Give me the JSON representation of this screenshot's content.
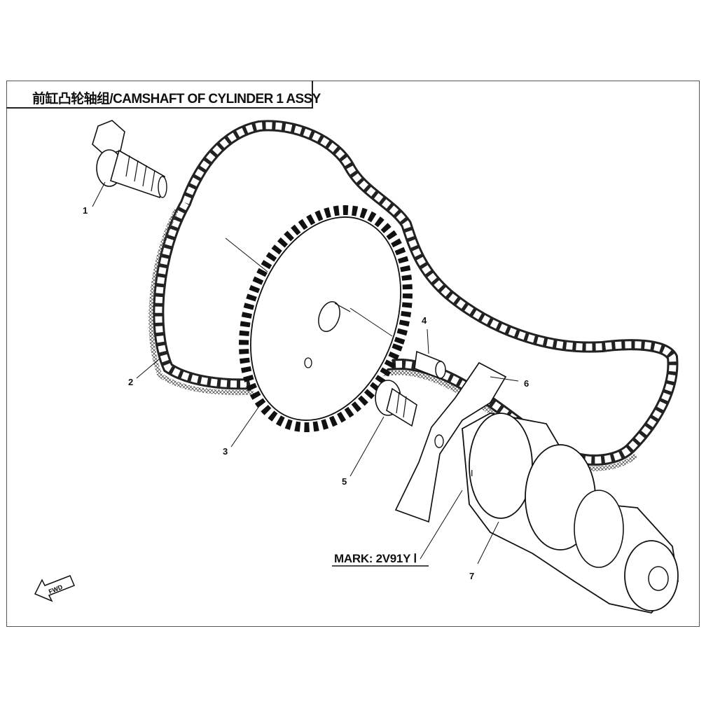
{
  "title": "前缸凸轮轴组/CAMSHAFT OF CYLINDER 1 ASSY",
  "callouts": {
    "c1": "1",
    "c2": "2",
    "c3": "3",
    "c4": "4",
    "c5": "5",
    "c6": "6",
    "c7": "7"
  },
  "mark": "MARK: 2V91Y Ⅰ",
  "cam_mark": "Ⅰ",
  "fwd": "FWD"
}
